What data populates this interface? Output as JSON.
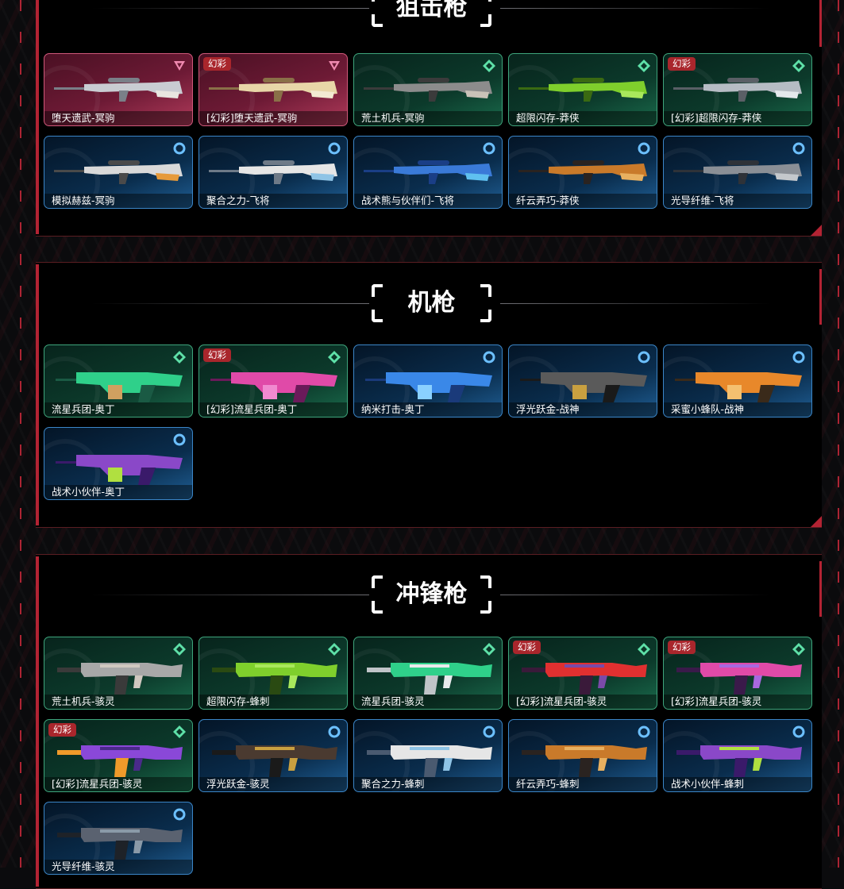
{
  "sections": [
    {
      "title": "狙击枪",
      "items": [
        {
          "name": "堕天遗武-冥驹",
          "tier": "red",
          "badge": "",
          "icon": "triangle-icon",
          "colors": [
            "#c9ccd2",
            "#7a7f88",
            "#e8e6e0"
          ]
        },
        {
          "name": "[幻彩]堕天遗武-冥驹",
          "tier": "red",
          "badge": "幻彩",
          "icon": "triangle-icon",
          "colors": [
            "#e8d6a8",
            "#8a7048",
            "#f3ead2"
          ]
        },
        {
          "name": "荒土机兵-冥驹",
          "tier": "green",
          "badge": "",
          "icon": "diamond-icon",
          "colors": [
            "#8c8c8c",
            "#3b3b3b",
            "#c9c2b8"
          ]
        },
        {
          "name": "超限闪存-莽侠",
          "tier": "green",
          "badge": "",
          "icon": "diamond-icon",
          "colors": [
            "#7fcf2c",
            "#3a6a12",
            "#a9e85c"
          ]
        },
        {
          "name": "[幻彩]超限闪存-莽侠",
          "tier": "green",
          "badge": "幻彩",
          "icon": "diamond-icon",
          "colors": [
            "#b6bcc4",
            "#5a5f66",
            "#e4e8ec"
          ]
        },
        {
          "name": "模拟赫兹-冥驹",
          "tier": "blue",
          "badge": "",
          "icon": "circle-icon",
          "colors": [
            "#d9d9d9",
            "#4a4a4a",
            "#e69a3a"
          ]
        },
        {
          "name": "聚合之力-飞将",
          "tier": "blue",
          "badge": "",
          "icon": "circle-icon",
          "colors": [
            "#e6e6e6",
            "#6e7a88",
            "#8fc4e6"
          ]
        },
        {
          "name": "战术熊与伙伴们-飞将",
          "tier": "blue",
          "badge": "",
          "icon": "circle-icon",
          "colors": [
            "#3a7ad8",
            "#1a3e86",
            "#5fc0f0"
          ]
        },
        {
          "name": "纤云弄巧-莽侠",
          "tier": "blue",
          "badge": "",
          "icon": "circle-icon",
          "colors": [
            "#c97a2a",
            "#2a2320",
            "#e8b060"
          ]
        },
        {
          "name": "光导纤维-飞将",
          "tier": "blue",
          "badge": "",
          "icon": "circle-icon",
          "colors": [
            "#8a8f96",
            "#2e3238",
            "#c4c8cc"
          ]
        }
      ]
    },
    {
      "title": "机枪",
      "items": [
        {
          "name": "流星兵团-奥丁",
          "tier": "green",
          "badge": "",
          "icon": "diamond-icon",
          "colors": [
            "#2fd08a",
            "#1a5a44",
            "#d0a060"
          ]
        },
        {
          "name": "[幻彩]流星兵团-奥丁",
          "tier": "green",
          "badge": "幻彩",
          "icon": "diamond-icon",
          "colors": [
            "#e04aa8",
            "#6a1a5a",
            "#f08ad0"
          ]
        },
        {
          "name": "纳米打击-奥丁",
          "tier": "blue",
          "badge": "",
          "icon": "circle-icon",
          "colors": [
            "#3a88e8",
            "#1a3a7a",
            "#8ad0ff"
          ]
        },
        {
          "name": "浮光跃金-战神",
          "tier": "blue",
          "badge": "",
          "icon": "circle-icon",
          "colors": [
            "#5a5a5a",
            "#1a1a1a",
            "#c9a040"
          ]
        },
        {
          "name": "采蜜小蜂队-战神",
          "tier": "blue",
          "badge": "",
          "icon": "circle-icon",
          "colors": [
            "#e8882a",
            "#3a2a1a",
            "#f4c070"
          ]
        },
        {
          "name": "战术小伙伴-奥丁",
          "tier": "blue",
          "badge": "",
          "icon": "circle-icon",
          "colors": [
            "#8a48c8",
            "#3a1a6a",
            "#b0e040"
          ]
        }
      ]
    },
    {
      "title": "冲锋枪",
      "items": [
        {
          "name": "荒土机兵-骇灵",
          "tier": "green",
          "badge": "",
          "icon": "diamond-icon",
          "colors": [
            "#a8a8a8",
            "#3a3a3a",
            "#d0c8c0"
          ]
        },
        {
          "name": "超限闪存-蜂刺",
          "tier": "green",
          "badge": "",
          "icon": "diamond-icon",
          "colors": [
            "#7fcf2c",
            "#2a4a12",
            "#a9e85c"
          ]
        },
        {
          "name": "流星兵团-骇灵",
          "tier": "green",
          "badge": "",
          "icon": "diamond-icon",
          "colors": [
            "#2fd08a",
            "#c0c4c8",
            "#e8eaec"
          ]
        },
        {
          "name": "[幻彩]流星兵团-骇灵",
          "tier": "green",
          "badge": "幻彩",
          "icon": "diamond-icon",
          "colors": [
            "#e03030",
            "#3a1a3a",
            "#7a4aa8"
          ]
        },
        {
          "name": "[幻彩]流星兵团-骇灵",
          "tier": "green",
          "badge": "幻彩",
          "icon": "diamond-icon",
          "colors": [
            "#e04aa8",
            "#3a1a4a",
            "#a868e0"
          ]
        },
        {
          "name": "[幻彩]流星兵团-骇灵",
          "tier": "green",
          "badge": "幻彩",
          "icon": "diamond-icon",
          "colors": [
            "#8a48d8",
            "#f09a2a",
            "#4a2a8a"
          ]
        },
        {
          "name": "浮光跃金-骇灵",
          "tier": "blue",
          "badge": "",
          "icon": "circle-icon",
          "colors": [
            "#4a3a30",
            "#1a1a1a",
            "#c9a040"
          ]
        },
        {
          "name": "聚合之力-蜂刺",
          "tier": "blue",
          "badge": "",
          "icon": "circle-icon",
          "colors": [
            "#e6e6e6",
            "#4a5a70",
            "#8fc4e6"
          ]
        },
        {
          "name": "纤云弄巧-蜂刺",
          "tier": "blue",
          "badge": "",
          "icon": "circle-icon",
          "colors": [
            "#c97a2a",
            "#2a2320",
            "#e8b060"
          ]
        },
        {
          "name": "战术小伙伴-蜂刺",
          "tier": "blue",
          "badge": "",
          "icon": "circle-icon",
          "colors": [
            "#8a48c8",
            "#3a1a6a",
            "#b0e040"
          ]
        },
        {
          "name": "光导纤维-骇灵",
          "tier": "blue",
          "badge": "",
          "icon": "circle-icon",
          "colors": [
            "#5a6270",
            "#1e2228",
            "#8a9aa8"
          ]
        }
      ]
    }
  ],
  "tier_colors": {
    "red": "#d0587a",
    "green": "#3ea57c",
    "blue": "#3b86c8"
  },
  "accent": "#b32333"
}
